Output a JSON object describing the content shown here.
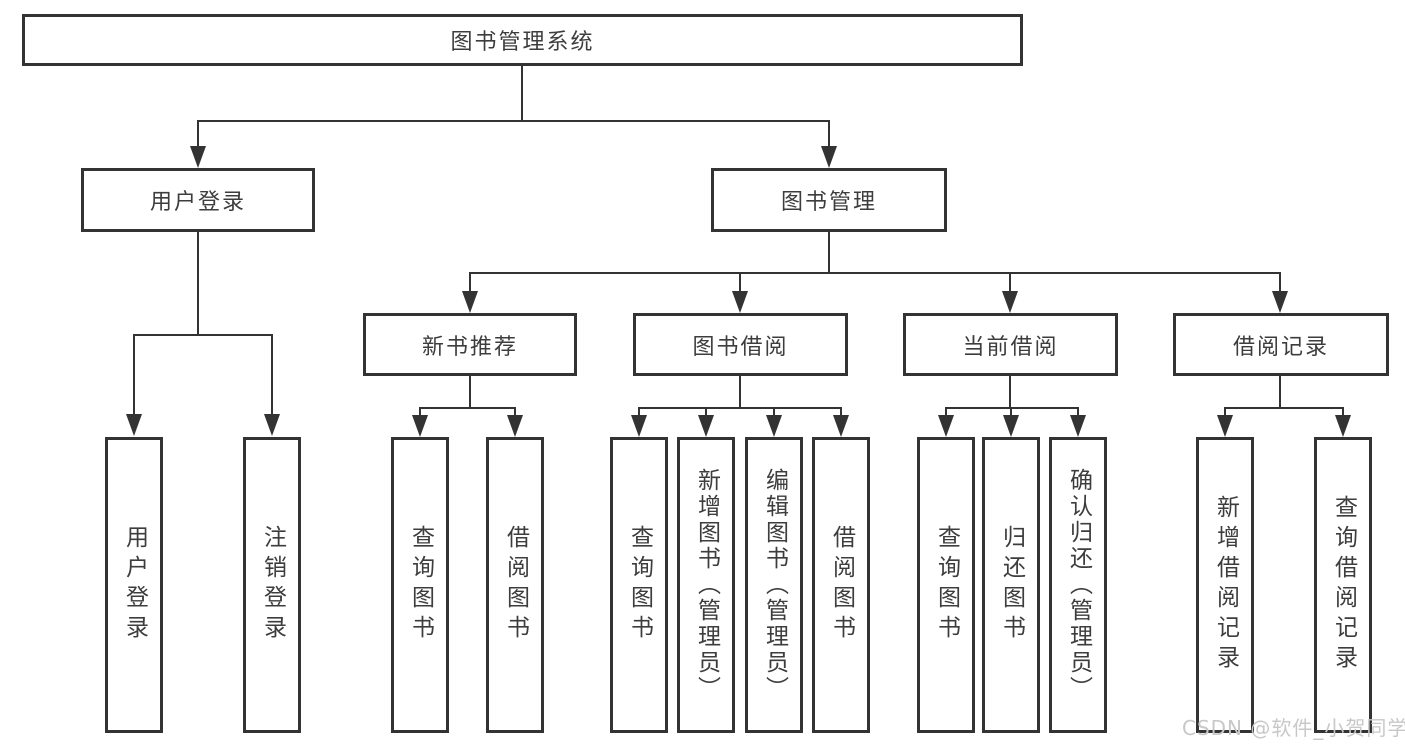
{
  "diagram": {
    "title": "图书管理系统",
    "nodes": {
      "root": {
        "label": "图书管理系统"
      },
      "user_login": {
        "label": "用户登录",
        "children": [
          "用户登录",
          "注销登录"
        ]
      },
      "book_mgmt": {
        "label": "图书管理"
      },
      "new_books": {
        "label": "新书推荐",
        "children": [
          "查询图书",
          "借阅图书"
        ]
      },
      "book_borrow": {
        "label": "图书借阅",
        "children": [
          "查询图书",
          "新增图书（管理员）",
          "编辑图书（管理员）",
          "借阅图书"
        ]
      },
      "current_borrow": {
        "label": "当前借阅",
        "children": [
          "查询图书",
          "归还图书",
          "确认归还（管理员）"
        ]
      },
      "borrow_records": {
        "label": "借阅记录",
        "children": [
          "新增借阅记录",
          "查询借阅记录"
        ]
      }
    },
    "watermark": "CSDN @软件_小贺同学",
    "colors": {
      "line": "#333333",
      "text": "#3d3d3d",
      "box_fill": "#ffffff",
      "background": "#ffffff",
      "watermark": "#c8c8c8"
    }
  }
}
